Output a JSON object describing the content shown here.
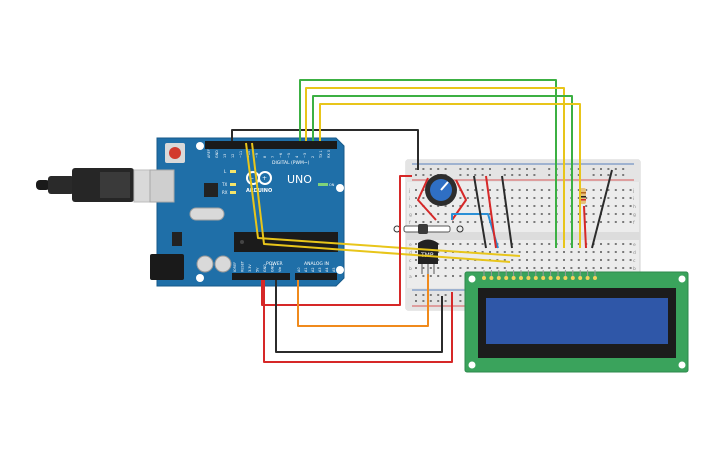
{
  "arduino": {
    "brand": "ARDUINO",
    "model": "UNO",
    "digital_label": "DIGITAL (PWM~)",
    "power_label": "POWER",
    "analog_label": "ANALOG IN",
    "on_label": "ON",
    "led_labels": [
      "L",
      "TX",
      "RX"
    ],
    "digital_pins": [
      "AREF",
      "GND",
      "13",
      "12",
      "~11",
      "~10",
      "~9",
      "8",
      "7",
      "~6",
      "~5",
      "4",
      "~3",
      "2",
      "TX 1",
      "RX 0"
    ],
    "power_pins": [
      "IOREF",
      "RESET",
      "3.3V",
      "5V",
      "GND",
      "GND",
      "Vin"
    ],
    "analog_pins": [
      "A0",
      "A1",
      "A2",
      "A3",
      "A4",
      "A5"
    ]
  },
  "sensor": {
    "label": "TMP"
  },
  "breadboard": {
    "row_letters_top": [
      "j",
      "i",
      "h",
      "g",
      "f"
    ],
    "row_letters_bottom": [
      "e",
      "d",
      "c",
      "b",
      "a"
    ]
  },
  "colors": {
    "board": "#1f6fa8",
    "lcd_pcb": "#3aa35c",
    "lcd_screen": "#2f57a8",
    "wire_red": "#d62828",
    "wire_black": "#2b2b2b",
    "wire_green": "#3cb043",
    "wire_yellow": "#e8c51a",
    "wire_orange": "#f08a1c",
    "wire_blue": "#2a8fd6"
  }
}
